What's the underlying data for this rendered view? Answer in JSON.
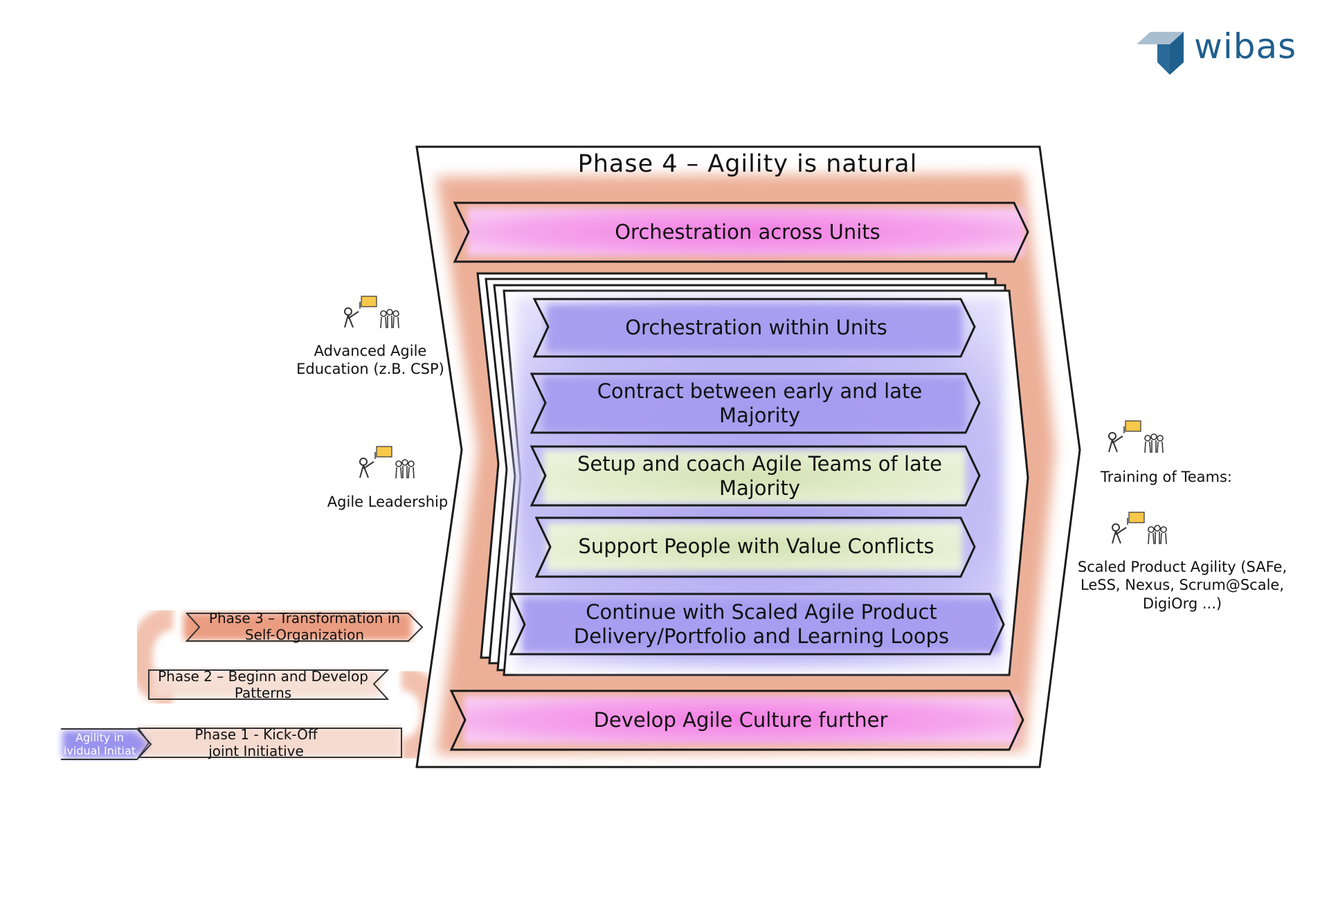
{
  "logo": {
    "text": "wibas"
  },
  "phase4": {
    "title": "Phase 4 – Agility is natural",
    "top_item": "Orchestration across Units",
    "inner_items": [
      {
        "line1": "Orchestration within Units",
        "line2": ""
      },
      {
        "line1": "Contract between early and late",
        "line2": "Majority"
      },
      {
        "line1": "Setup and coach Agile Teams of late",
        "line2": "Majority"
      },
      {
        "line1": "Support People with Value Conflicts",
        "line2": ""
      },
      {
        "line1": "Continue with Scaled Agile Product",
        "line2": "Delivery/Portfolio and Learning Loops"
      }
    ],
    "bottom_item": "Develop Agile Culture further"
  },
  "left_trainings": [
    {
      "line1": "Advanced Agile",
      "line2": "Education (z.B. CSP)"
    },
    {
      "line1": "Agile Leadership",
      "line2": ""
    }
  ],
  "right_trainings": [
    {
      "line1": "Training of Teams:",
      "line2": "",
      "line3": ""
    },
    {
      "line1": "Scaled Product Agility (SAFe,",
      "line2": "LeSS, Nexus, Scrum@Scale,",
      "line3": "DigiOrg ...)"
    }
  ],
  "earlier_phases": {
    "phase3": {
      "line1": "Phase 3 – Transformation in",
      "line2": "Self-Organization"
    },
    "phase2": {
      "line1": "Phase 2 – Beginn and Develop",
      "line2": "Patterns"
    },
    "phase1": {
      "line1": "Phase 1 - Kick-Off",
      "line2": "joint Initiative"
    },
    "phase0": {
      "line1": "Agility in",
      "line2": "ividual Initiat"
    }
  },
  "colors": {
    "orange_wash": "#e79a7c",
    "pink": "#ef7fe0",
    "lavender": "#b3a9f2",
    "green": "#dbe7c0",
    "logo_blue": "#1f5f8e",
    "outline": "#1a1a1a"
  },
  "icons": [
    "trainer-icon",
    "flag-icon",
    "group-icon",
    "wibas-logo-icon"
  ]
}
